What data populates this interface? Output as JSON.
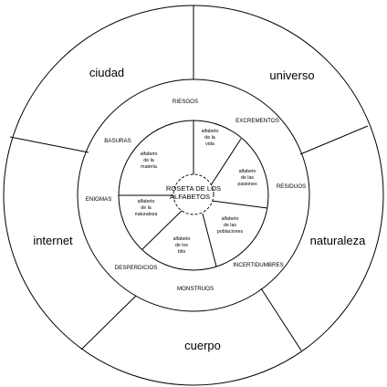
{
  "outer_ring": [
    "ciudad",
    "universo",
    "internet",
    "naturaleza",
    "cuerpo"
  ],
  "middle_ring": [
    "RIESGOS",
    "EXCREMENTOS",
    "BASURAS",
    "ENIGMAS",
    "RESIDUOS",
    "DESPERDICIOS",
    "INCERTIDUMBRES",
    "MONSTRUOS"
  ],
  "inner_ring": [
    [
      "alfabeto",
      "de la",
      "vida"
    ],
    [
      "alfabeto",
      "de la",
      "materia"
    ],
    [
      "alfabeto",
      "de las",
      "pasiones"
    ],
    [
      "alfabeto",
      "de la",
      "naturaleza"
    ],
    [
      "alfabeto",
      "de las",
      "poblaciones"
    ],
    [
      "alfabeto",
      "de los",
      "bits"
    ]
  ],
  "center": [
    "ROSETA DE LOS",
    "ALFABETOS"
  ]
}
